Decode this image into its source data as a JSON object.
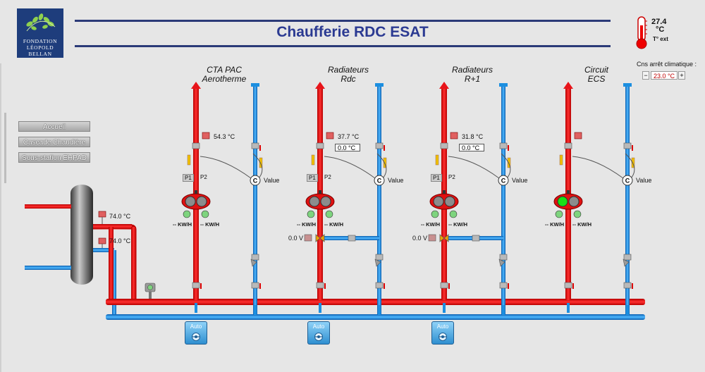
{
  "header": {
    "logo_lines": [
      "FONDATION",
      "LÉOPOLD",
      "BELLAN"
    ],
    "title": "Chaufferie RDC ESAT"
  },
  "outdoor": {
    "temp": "27.4",
    "unit": "°C",
    "label": "T° ext"
  },
  "setpoint": {
    "label": "Cns arrêt climatique :",
    "value": "23.0 °C",
    "minus": "−",
    "plus": "+"
  },
  "nav": {
    "items": [
      "Accueil",
      "Cascade Chaudière",
      "Sous-station EHPAD"
    ]
  },
  "tank": {
    "supply_temp": "74.0 °C",
    "return_temp": "74.0 °C"
  },
  "circuits": [
    {
      "title_line1": "CTA PAC",
      "title_line2": "Aerotherme",
      "temp": "54.3 °C",
      "pump_p1": "P1",
      "pump_p2": "P2",
      "kw_left": "-- KW/H",
      "kw_right": "-- KW/H",
      "value_label": "Value",
      "valve_label": "",
      "auto_label": ""
    },
    {
      "title_line1": "Radiateurs",
      "title_line2": "Rdc",
      "temp": "37.7 °C",
      "setpoint": "0.0  °C",
      "pump_p1": "P1",
      "pump_p2": "P2",
      "kw_left": "-- KW/H",
      "kw_right": "-- KW/H",
      "value_label": "Value",
      "valve_label": "0.0 V",
      "auto_label": "Auto"
    },
    {
      "title_line1": "Radiateurs",
      "title_line2": "R+1",
      "temp": "31.8 °C",
      "setpoint": "0.0  °C",
      "pump_p1": "P1",
      "pump_p2": "P2",
      "kw_left": "-- KW/H",
      "kw_right": "-- KW/H",
      "value_label": "Value",
      "valve_label": "0.0 V",
      "auto_label": "Auto"
    },
    {
      "title_line1": "Circuit",
      "title_line2": "ECS",
      "temp": "",
      "pump_p1": "",
      "pump_p2": "",
      "kw_left": "-- KW/H",
      "kw_right": "-- KW/H",
      "value_label": "Value",
      "valve_label": "",
      "auto_label": ""
    }
  ],
  "first_auto": {
    "label": "Auto"
  },
  "colors": {
    "supply": "#e8141a",
    "return": "#1c8fe0",
    "pump_on": "#18e018",
    "title": "#2b3a92",
    "accent": "#1e3d7c"
  }
}
